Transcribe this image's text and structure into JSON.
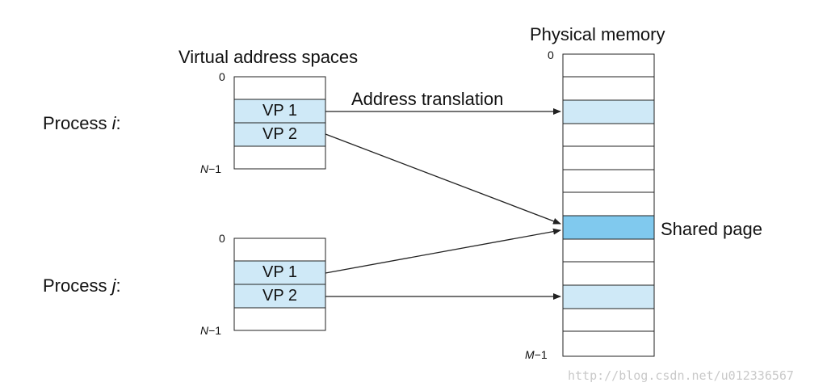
{
  "titles": {
    "virtual": "Virtual address spaces",
    "physical": "Physical memory"
  },
  "processes": [
    {
      "prefix": "Process ",
      "var": "i",
      "suffix": ":"
    },
    {
      "prefix": "Process ",
      "var": "j",
      "suffix": ":"
    }
  ],
  "virtual": {
    "start_label": "0",
    "end_label_var": "N",
    "end_label_suffix": "−1",
    "pages": [
      "VP 1",
      "VP 2"
    ]
  },
  "physical": {
    "start_label": "0",
    "end_label_var": "M",
    "end_label_suffix": "−1"
  },
  "labels": {
    "address_translation": "Address translation",
    "shared_page": "Shared page"
  },
  "colors": {
    "page_fill": "#cfe9f7",
    "shared_fill": "#80c9ee",
    "stroke": "#222222"
  },
  "watermark": "http://blog.csdn.net/u012336567"
}
